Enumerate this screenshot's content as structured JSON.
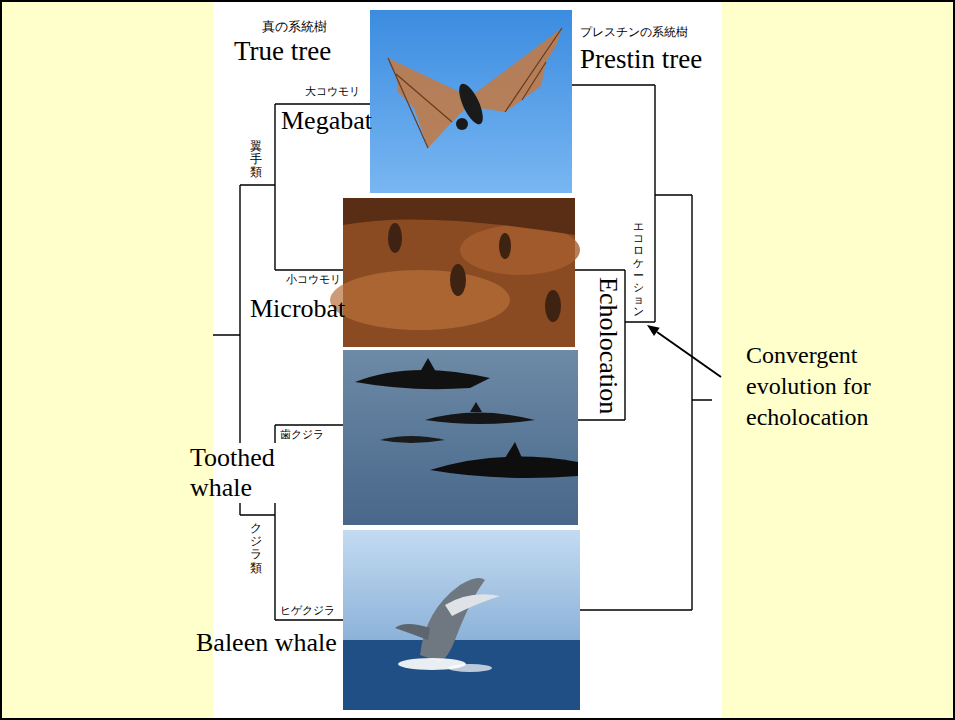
{
  "diagram": {
    "labels": [
      "真の系統樹",
      "True tree",
      "プレスチンの系統樹",
      "Prestin tree",
      "大コウモリ",
      "Megabat",
      "翼手類",
      "小コウモリ",
      "Microbat",
      "エコロケーション",
      "Echolocation",
      "Convergent evolution for echolocation",
      "歯クジラ",
      "Toothed whale",
      "クジラ類",
      "ヒゲクジラ",
      "Baleen whale"
    ]
  }
}
